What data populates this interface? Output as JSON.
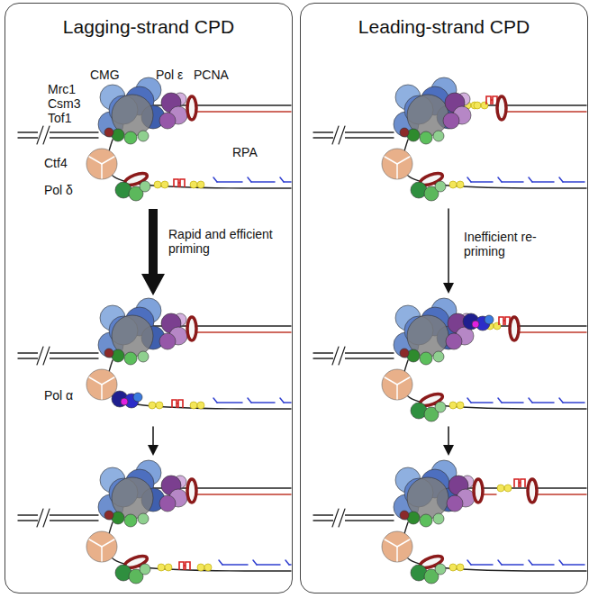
{
  "diagram": {
    "nodes": [
      {
        "text": [
          "Lagging-strand CPD"
        ]
      },
      {
        "text": [
          "Leading-strand CPD"
        ]
      }
    ],
    "labels": [
      "Mrc1",
      "Csm3",
      "Tof1",
      "CMG",
      "Pol ε",
      "PCNA",
      "Ctf4",
      "RPA",
      "Pol δ",
      "Rapid and efficient priming",
      "Pol α",
      "Inefficient re-priming"
    ]
  }
}
